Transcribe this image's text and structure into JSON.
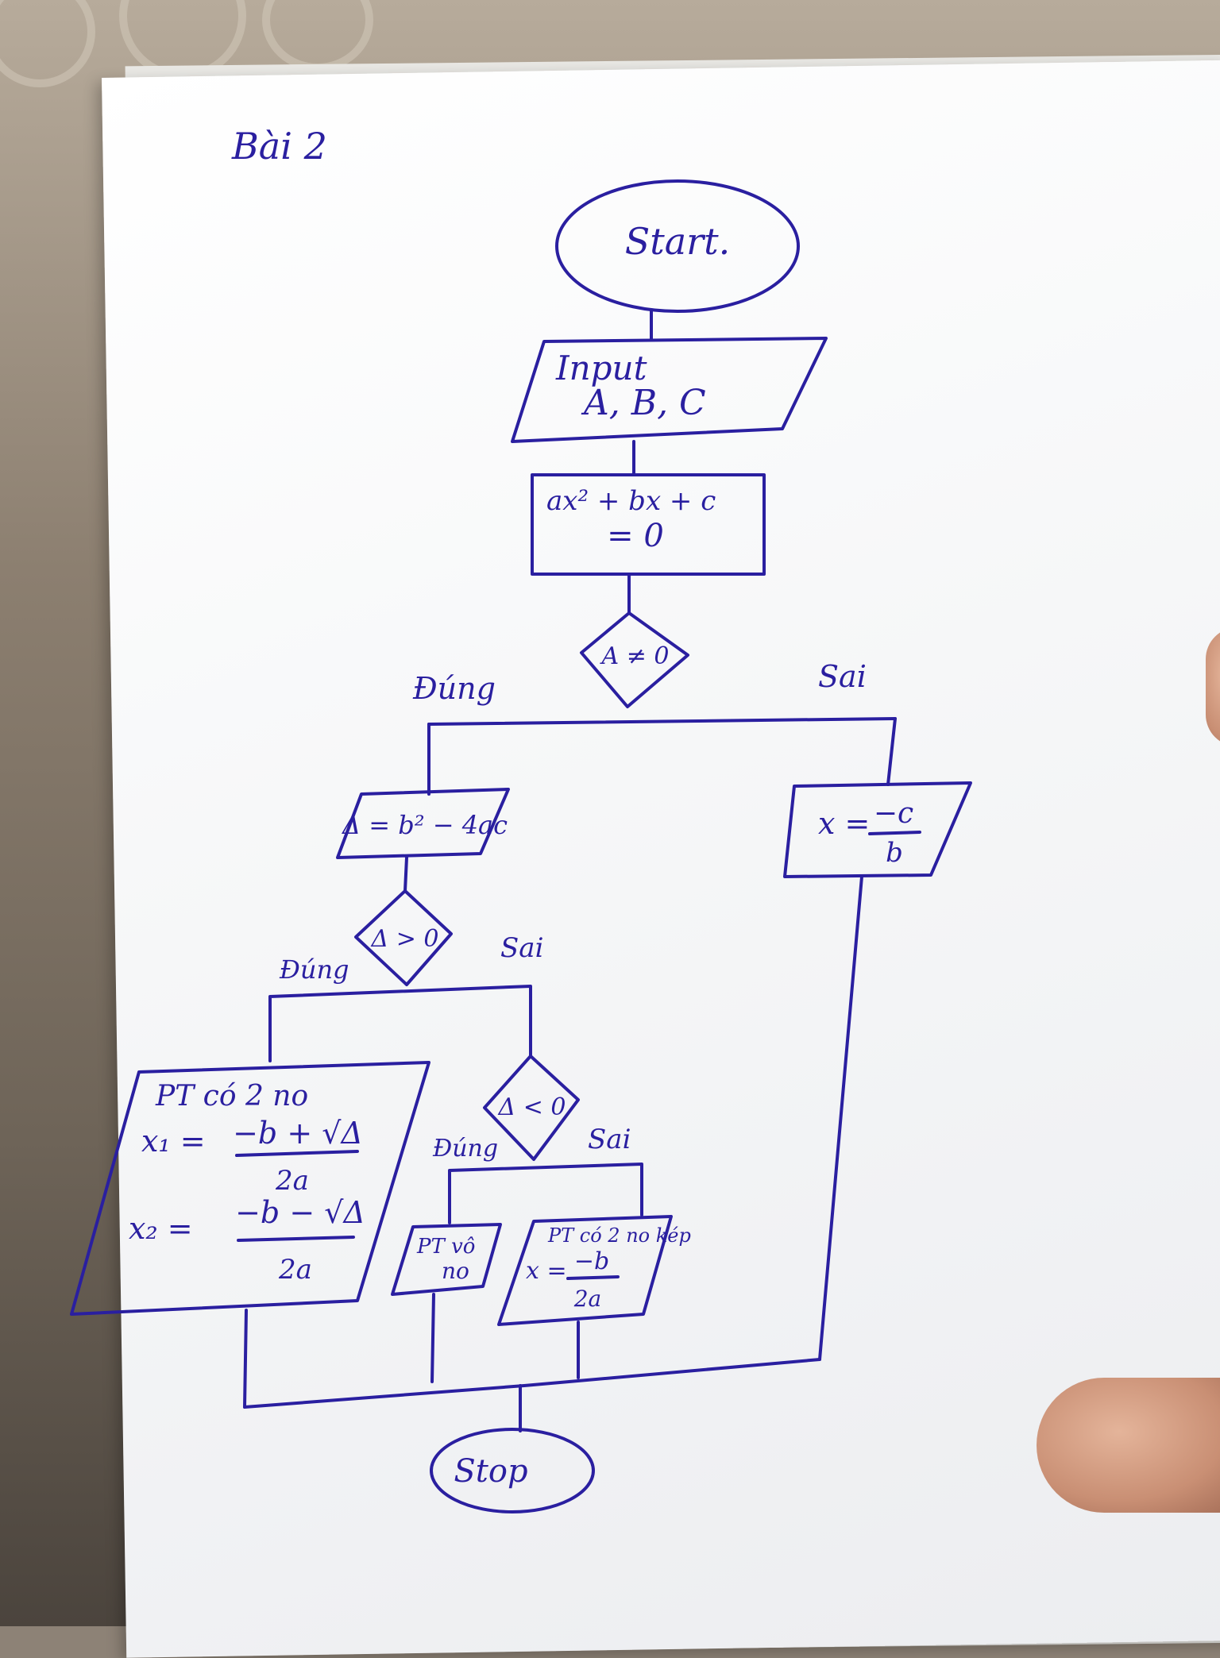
{
  "page_label": "Bài 2",
  "nodes": {
    "start": "Start.",
    "input": [
      "Input",
      "A, B, C"
    ],
    "equation": [
      "ax² + bx + c",
      "= 0"
    ],
    "cond_a": "A ≠ 0",
    "delta_calc": "Δ = b² − 4ac",
    "cond_delta_pos": "Δ > 0",
    "cond_delta_neg": "Δ < 0",
    "two_roots": [
      "PT có 2 no",
      "x₁ = ",
      "−b + √Δ",
      "2a",
      "x₂ = ",
      "−b − √Δ",
      "2a"
    ],
    "no_root": [
      "PT vô",
      "no"
    ],
    "double_root": [
      "PT có 2 no kép",
      "x = ",
      "−b",
      "2a"
    ],
    "linear_root": [
      "x = ",
      "−c",
      "b"
    ],
    "stop": "Stop"
  },
  "branch_labels": {
    "true": "Đúng",
    "false": "Sai"
  },
  "colors": {
    "ink": "#2a1fa0",
    "paper": "#f6f7f8",
    "background": "#8d8276"
  }
}
